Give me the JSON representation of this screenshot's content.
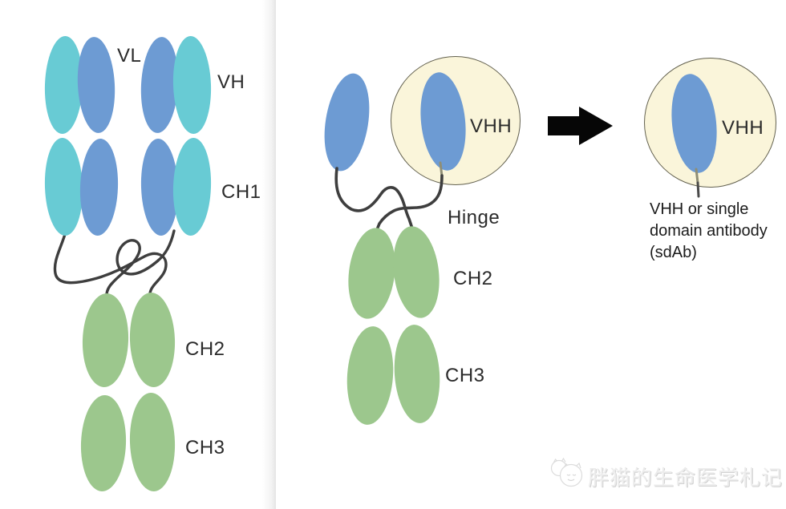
{
  "diagram": {
    "left_antibody": {
      "vl": "VL",
      "vh": "VH",
      "ch1": "CH1",
      "ch2": "CH2",
      "ch3": "CH3"
    },
    "middle_antibody": {
      "vhh": "VHH",
      "hinge": "Hinge",
      "ch2": "CH2",
      "ch3": "CH3"
    },
    "right_panel": {
      "vhh": "VHH",
      "caption": "VHH or single domain antibody (sdAb)"
    }
  },
  "watermark": {
    "logo_icon": "cat-logo-icon",
    "text": "胖猫的生命医学札记"
  },
  "colors": {
    "light_chain_teal": "#68cbd4",
    "heavy_chain_blue": "#6d9bd3",
    "constant_domain_green": "#9cc78d",
    "highlight_circle_yellow": "#faf5da",
    "hinge_line": "#3e3e3e",
    "arrow_black": "#060606",
    "label_text": "#2b2b2b"
  }
}
